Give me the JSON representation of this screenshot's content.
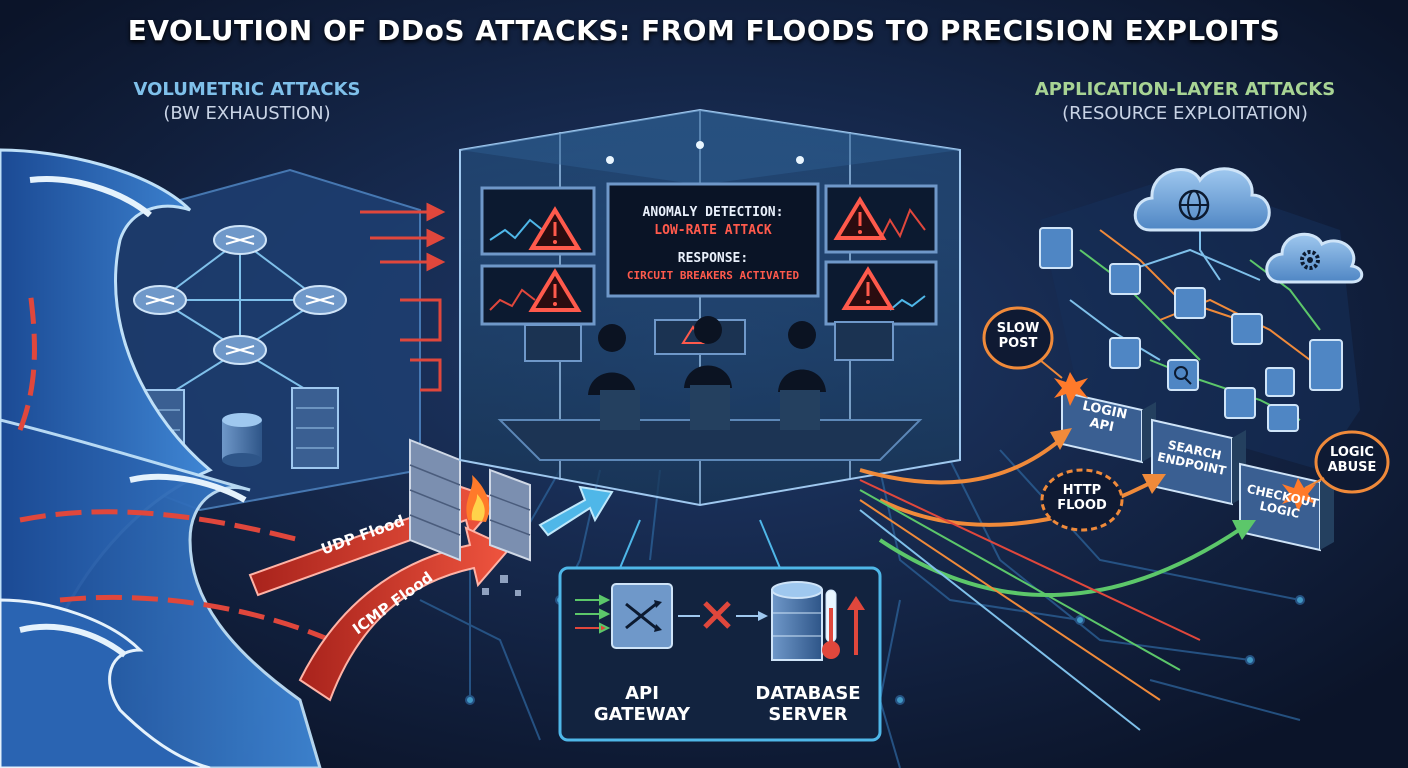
{
  "title": "EVOLUTION OF DDoS ATTACKS: FROM FLOODS TO PRECISION EXPLOITS",
  "left_section": {
    "heading": "VOLUMETRIC ATTACKS",
    "subheading": "(BW EXHAUSTION)",
    "flows": [
      "UDP Flood",
      "ICMP Flood"
    ]
  },
  "center": {
    "screen": {
      "line1": "ANOMALY DETECTION:",
      "line2": "LOW-RATE ATTACK",
      "line3": "RESPONSE:",
      "line4": "CIRCUIT BREAKERS ACTIVATED"
    },
    "pipeline": {
      "gateway_line1": "API",
      "gateway_line2": "GATEWAY",
      "db_line1": "DATABASE",
      "db_line2": "SERVER"
    }
  },
  "right_section": {
    "heading": "APPLICATION-LAYER ATTACKS",
    "subheading": "(RESOURCE EXPLOITATION)",
    "callouts": {
      "slow_post": [
        "SLOW",
        "POST"
      ],
      "http_flood": [
        "HTTP",
        "FLOOD"
      ],
      "logic_abuse": [
        "LOGIC",
        "ABUSE"
      ]
    },
    "endpoints": {
      "login": [
        "LOGIN",
        "API"
      ],
      "search": [
        "SEARCH",
        "ENDPOINT"
      ],
      "checkout": [
        "CHECKOUT",
        "LOGIC"
      ]
    }
  },
  "colors": {
    "background": "#0f1a33",
    "attack_red": "#e0473c",
    "alert_red": "#ff5a4c",
    "wave_blue": "#2f6fc0",
    "callout_orange": "#f08a3a",
    "legit_green": "#5cc76a",
    "accent_cyan": "#4fb7e8"
  }
}
